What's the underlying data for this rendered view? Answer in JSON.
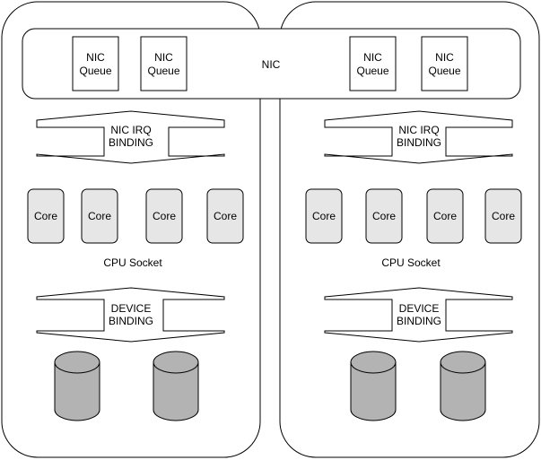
{
  "labels": {
    "nic": "NIC",
    "nic_queue": [
      "NIC",
      "Queue"
    ],
    "nic_irq_binding": [
      "NIC IRQ",
      "BINDING"
    ],
    "device_binding": [
      "DEVICE",
      "BINDING"
    ],
    "core": "Core",
    "cpu_socket": "CPU Socket"
  },
  "colors": {
    "stroke": "#000000",
    "core_fill": "#e6e6e6",
    "disk_fill": "#b3b3b3",
    "background": "#ffffff"
  }
}
